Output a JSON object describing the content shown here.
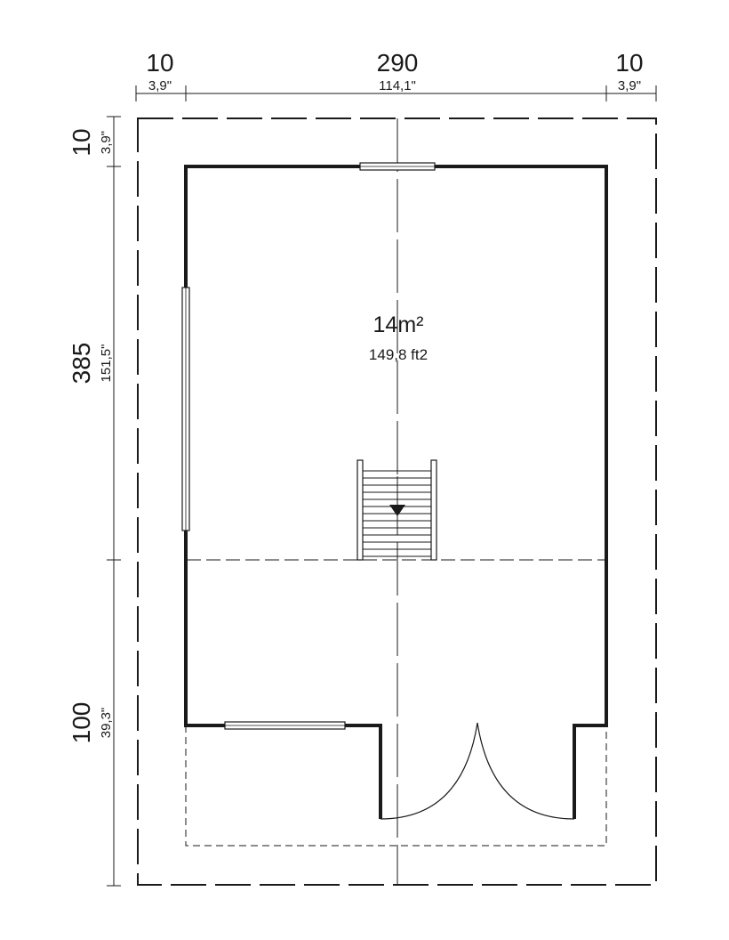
{
  "dimensions": {
    "top": [
      {
        "cm": "10",
        "inch": "3,9\""
      },
      {
        "cm": "290",
        "inch": "114,1\""
      },
      {
        "cm": "10",
        "inch": "3,9\""
      }
    ],
    "left": [
      {
        "cm": "10",
        "inch": "3,9\""
      },
      {
        "cm": "385",
        "inch": "151,5\""
      },
      {
        "cm": "100",
        "inch": "39,3\""
      }
    ]
  },
  "room": {
    "area_main": "14m²",
    "area_sub": "149,8 ft2"
  },
  "colors": {
    "line": "#1a1a1a",
    "background": "#ffffff"
  }
}
